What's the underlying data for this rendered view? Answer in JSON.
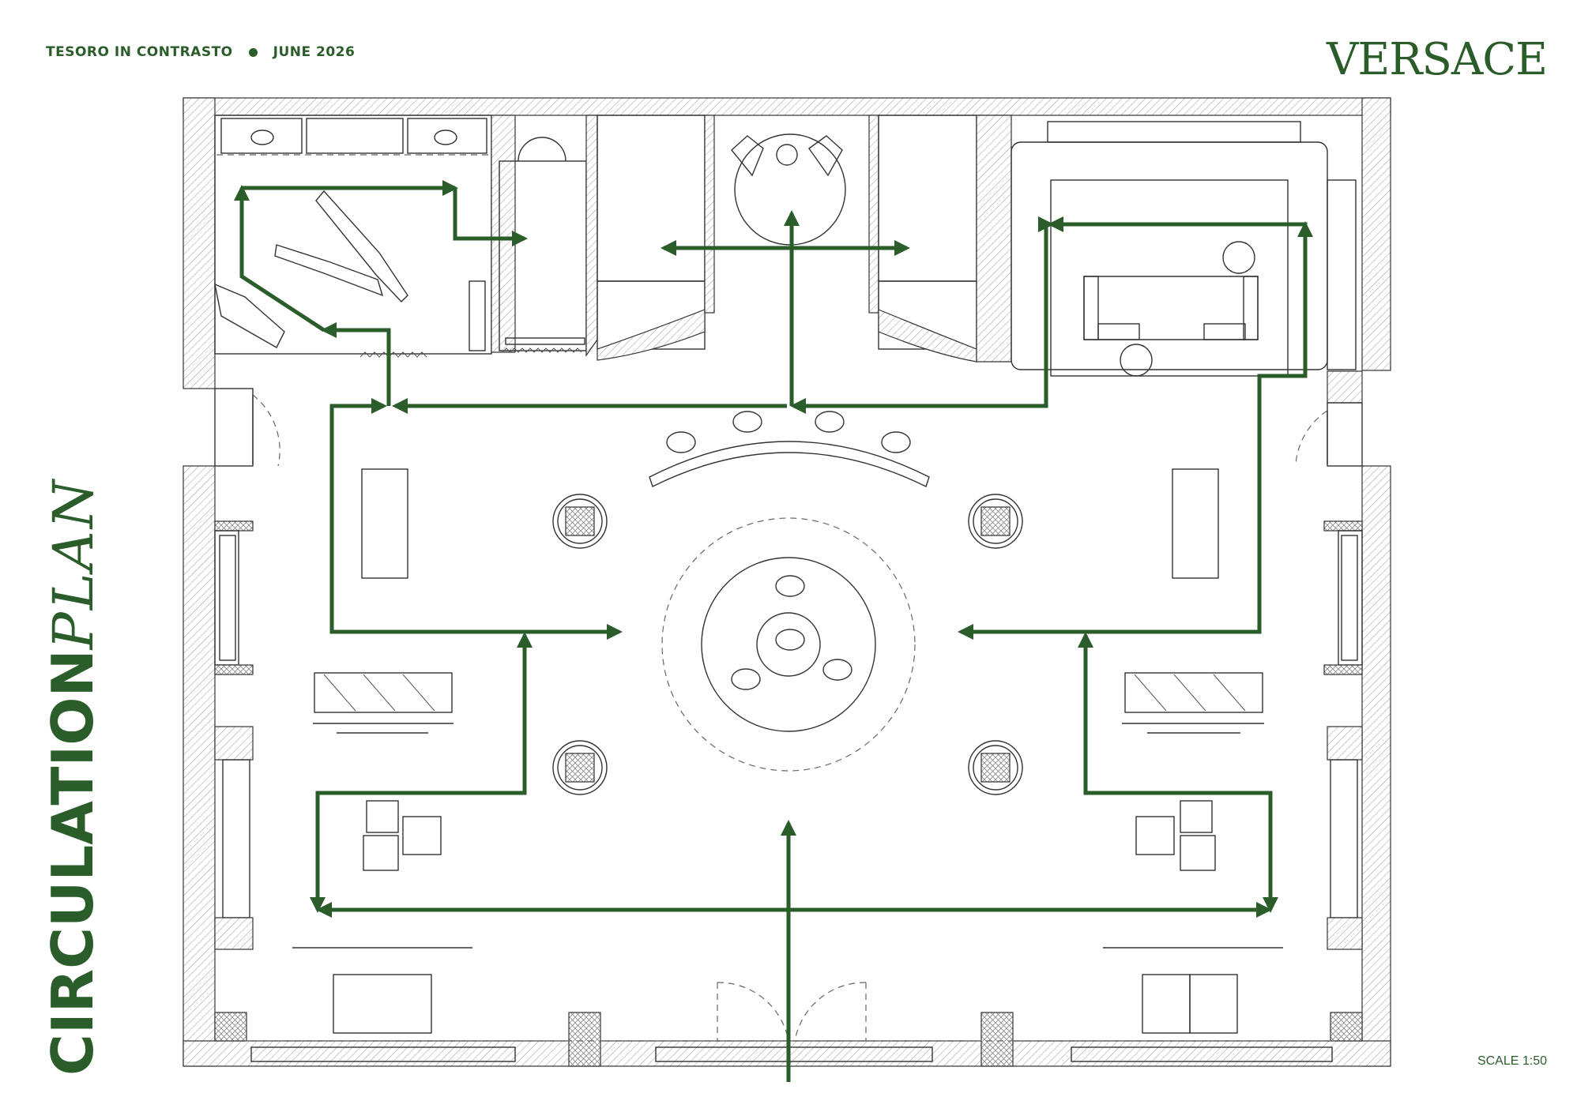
{
  "header": {
    "collection": "TESORO IN CONTRASTO",
    "date": "JUNE 2026"
  },
  "brand": "VERSACE",
  "title": {
    "bold": "CIRCULATION",
    "italic": "PLAN"
  },
  "scale": "SCALE 1:50",
  "colors": {
    "accent": "#2a5d2a",
    "line": "#333333",
    "background": "#ffffff"
  }
}
